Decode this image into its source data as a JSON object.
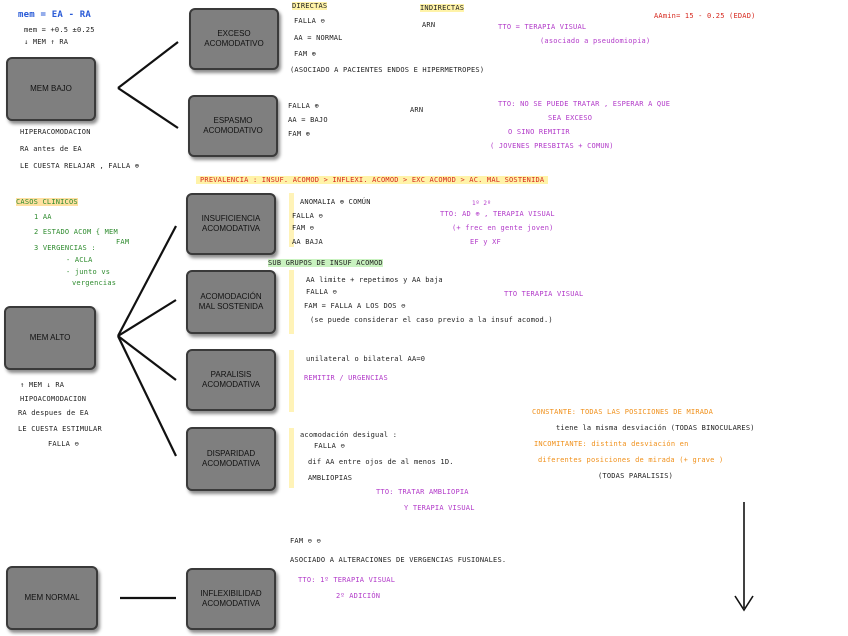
{
  "boxes": {
    "mem_bajo": "MEM BAJO",
    "mem_alto": "MEM ALTO",
    "mem_normal": "MEM NORMAL",
    "exceso": "EXCESO\nACOMODATIVO",
    "espasmo": "ESPASMO\nACOMODATIVO",
    "insuficiencia": "INSUFICIENCIA\nACOMODATIVA",
    "mal_sostenida": "ACOMODACIÓN\nMAL SOSTENIDA",
    "paralisis": "PARALISIS\nACOMODATIVA",
    "disparidad": "DISPARIDAD\nACOMODATIVA",
    "inflexibilidad": "INFLEXIBILIDAD\nACOMODATIVA"
  },
  "left_notes": {
    "formula": "mem = EA - RA",
    "mem_range": "mem = +0.5 ±0.25",
    "mem_low_rule": "↓ MEM   ↑ RA",
    "hiperacomodacion": "HIPERACOMODACION",
    "ra_antes": "RA antes de EA",
    "le_cuesta_relajar": "LE CUESTA RELAJAR , FALLA ⊕",
    "casos_clinicos": "CASOS CLINICOS",
    "caso_1": "1   AA",
    "caso_2": "2  ESTADO ACOM { MEM",
    "caso_2b": "FAM",
    "caso_3": "3  VERGENCIAS :",
    "caso_3a": "- ACLA",
    "caso_3b": "- junto vs",
    "caso_3c": "vergencias",
    "mem_high_rule": "↑ MEM    ↓ RA",
    "hipoacomodacion": "HIPOACOMODACION",
    "ra_despues": "RA despues de EA",
    "le_cuesta_estimular": "LE CUESTA ESTIMULAR",
    "falla_neg": "FALLA ⊖"
  },
  "top_notes": {
    "aa_min": "AAmin= 15 - 0.25 (EDAD)",
    "directas": "DIRECTAS",
    "indirectas": "INDIRECTAS",
    "exceso_1": "FALLA ⊖",
    "exceso_arn": "ARN",
    "exceso_2": "AA = NORMAL",
    "exceso_3": "FAM ⊕",
    "exceso_4": "(ASOCIADO  A  PACIENTES  ENDOS  E  HIPERMETROPES)",
    "exceso_tto_1": "TTO = TERAPIA VISUAL",
    "exceso_tto_2": "(asociado a pseudomiopia)",
    "espasmo_1": "FALLA ⊕",
    "espasmo_arn": "ARN",
    "espasmo_2": "AA = BAJO",
    "espasmo_3": "FAM ⊕",
    "espasmo_tto_1": "TTO: NO SE PUEDE TRATAR , ESPERAR A QUE",
    "espasmo_tto_2": "SEA EXCESO",
    "espasmo_tto_3": "O SINO REMITIR",
    "espasmo_tto_4": "( JOVENES PRESBITAS + COMUN)",
    "prevalencia": "PREVALENCIA :   INSUF. ACOMOD > INFLEXI. ACOMOD > EXC ACOMOD > AC. MAL SOSTENIDA"
  },
  "insuf_notes": {
    "l1": "ANOMALIA ⊕ COMÚN",
    "l2": "FALLA ⊖",
    "l3": "FAM ⊖",
    "l4": "AA BAJA",
    "tto_sup": "1º         2º",
    "tto_1": "TTO: AD ⊕ , TERAPIA VISUAL",
    "tto_2": "(+ frec en gente joven)",
    "tto_3": "EF  y  XF",
    "subgrupos": "SUB  GRUPOS  DE  INSUF ACOMOD"
  },
  "mal_notes": {
    "l1": "AA limite + repetimos y AA baja",
    "l2": "FALLA ⊖",
    "l3": "FAM = FALLA  A  LOS  DOS  ⊖",
    "l4": "(se puede considerar el caso previo a la insuf acomod.)",
    "tto": "TTO  TERAPIA  VISUAL"
  },
  "paralisis_notes": {
    "l1": "unilateral  o  bilateral  AA=0",
    "l2": "REMITIR / URGENCIAS"
  },
  "disparidad_notes": {
    "l1": "acomodación  desigual :",
    "l2": "FALLA ⊖",
    "l3": "dif AA entre ojos de al menos 1D.",
    "l4": "AMBLIOPIAS",
    "tto_1": "TTO: TRATAR  AMBLIOPIA",
    "tto_2": "Y  TERAPIA VISUAL",
    "c1": "CONSTANTE: TODAS  LAS  POSICIONES  DE  MIRADA",
    "c2": "tiene  la  misma  desviación (TODAS BINOCULARES)",
    "c3": "INCOMITANTE: distinta  desviación  en",
    "c4": "diferentes  posiciones  de  mirada (+ grave )",
    "c5": "(TODAS  PARALISIS)"
  },
  "inflex_notes": {
    "l1": "FAM ⊖ ⊖",
    "l2": "ASOCIADO  A  ALTERACIONES  DE  VERGENCIAS  FUSIONALES.",
    "tto_1": "TTO:  1º TERAPIA VISUAL",
    "tto_2": "2º  ADICIÓN"
  }
}
